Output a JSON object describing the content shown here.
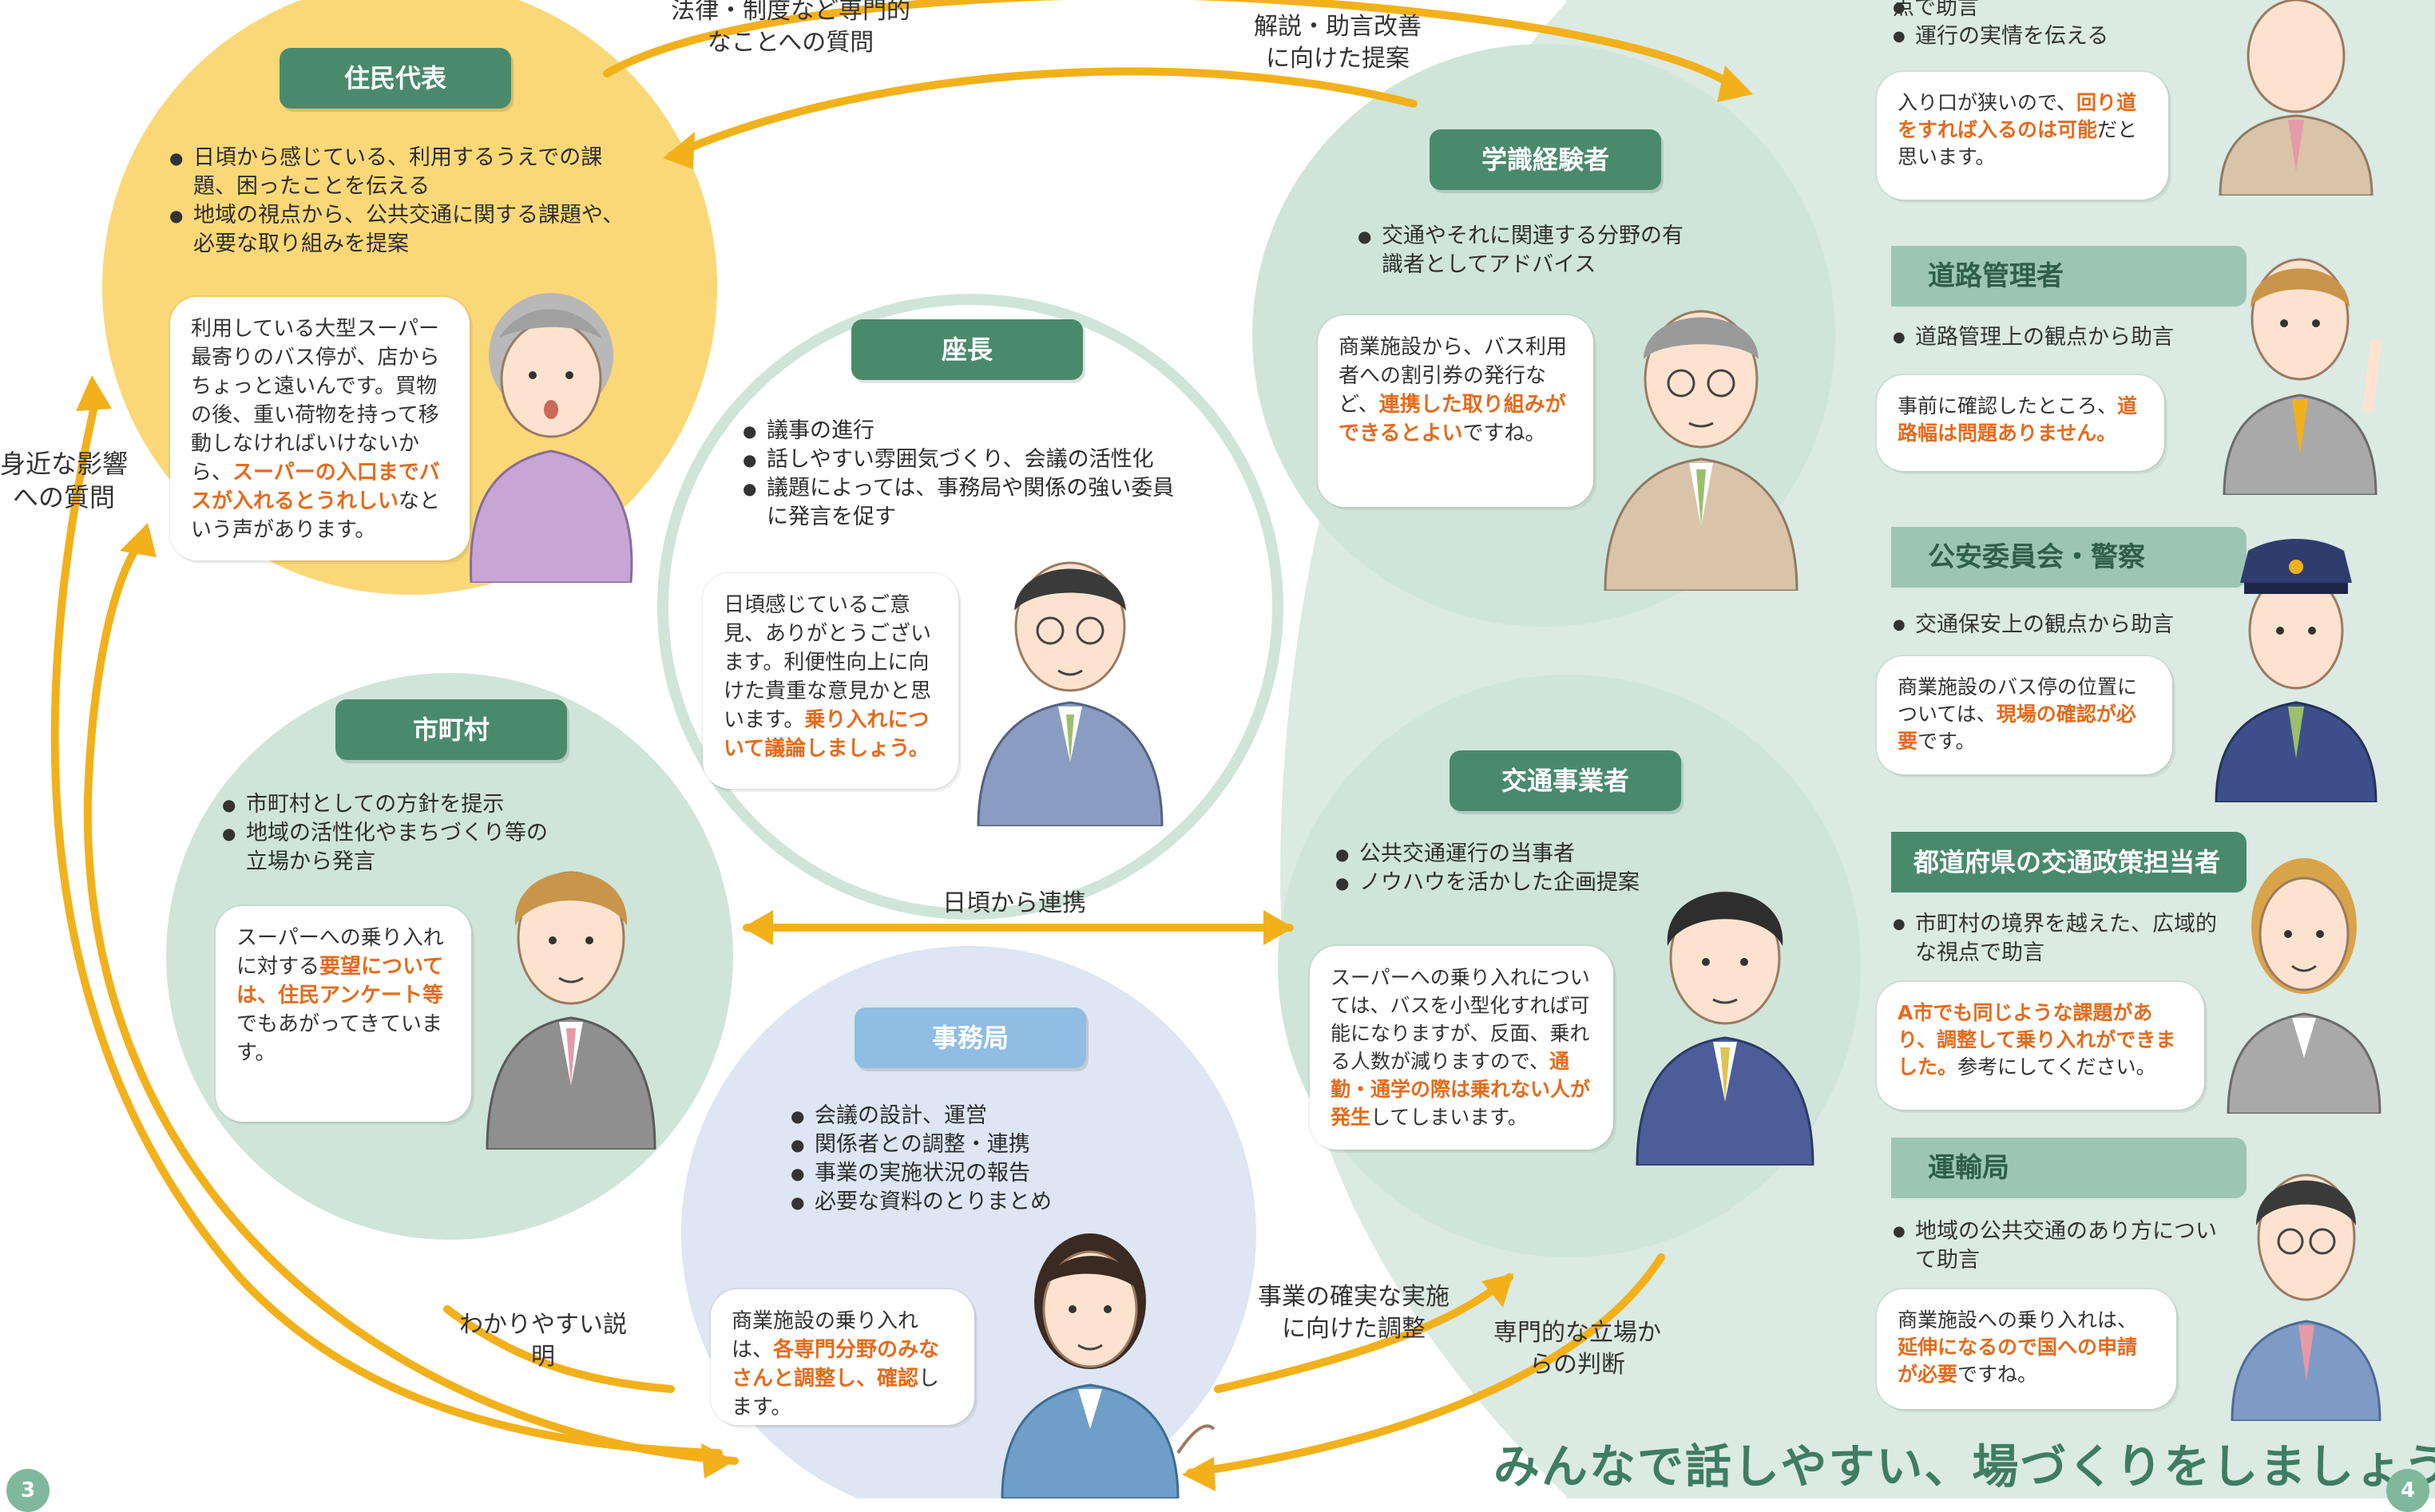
{
  "colors": {
    "accent_orange": "#f2b11b",
    "highlight_text": "#e56b1c",
    "label_green": "#4a8a6c",
    "label_blue": "#8fbde3",
    "circle_yellow": "#fbd877",
    "circle_green": "#cfe5da",
    "circle_blue": "#dde6f2",
    "sidebar_bg": "#dbeae3"
  },
  "residents": {
    "label": "住民代表",
    "bullets": [
      "日頃から感じている、利用するうえでの課題、困ったことを伝える",
      "地域の視点から、公共交通に関する課題や、必要な取り組みを提案"
    ],
    "bubble": {
      "pre": "利用している大型スーパー最寄りのバス停が、店からちょっと遠いんです。買物の後、重い荷物を持って移動しなければいけないから、",
      "highlight": "スーパーの入口までバスが入れるとうれしい",
      "post": "なという声があります。"
    }
  },
  "chair": {
    "label": "座長",
    "bullets": [
      "議事の進行",
      "話しやすい雰囲気づくり、会議の活性化",
      "議題によっては、事務局や関係の強い委員に発言を促す"
    ],
    "bubble": {
      "pre": "日頃感じているご意見、ありがとうございます。利便性向上に向けた貴重な意見かと思います。",
      "highlight": "乗り入れについて議論しましょう。",
      "post": ""
    }
  },
  "experts": {
    "label": "学識経験者",
    "bullets": [
      "交通やそれに関連する分野の有識者としてアドバイス"
    ],
    "bubble": {
      "pre": "商業施設から、バス利用者への割引券の発行など、",
      "highlight": "連携した取り組みができるとよい",
      "post": "ですね。"
    }
  },
  "municipality": {
    "label": "市町村",
    "bullets": [
      "市町村としての方針を提示",
      "地域の活性化やまちづくり等の立場から発言"
    ],
    "bubble": {
      "pre": "スーパーへの乗り入れに対する",
      "highlight": "要望については、住民アンケート等",
      "post": "でもあがってきています。"
    }
  },
  "operators": {
    "label": "交通事業者",
    "bullets": [
      "公共交通運行の当事者",
      "ノウハウを活かした企画提案"
    ],
    "bubble": {
      "pre": "スーパーへの乗り入れについては、バスを小型化すれば可能になりますが、反面、乗れる人数が減りますので、",
      "highlight": "通勤・通学の際は乗れない人が発生",
      "post": "してしまいます。"
    }
  },
  "secretariat": {
    "label": "事務局",
    "bullets": [
      "会議の設計、運営",
      "関係者との調整・連携",
      "事業の実施状況の報告",
      "必要な資料のとりまとめ"
    ],
    "bubble": {
      "pre": "商業施設の乗り入れは、",
      "highlight": "各専門分野のみなさんと調整し、確認",
      "post": "します。"
    }
  },
  "arrows": {
    "law_questions": "法律・制度など専門的なことへの質問",
    "expert_advice": "解説・助言改善に向けた提案",
    "local_questions": "身近な影響への質問",
    "daily_cooperation": "日頃から連携",
    "clear_explanation": "わかりやすい説明",
    "implementation": "事業の確実な実施に向けた調整",
    "expert_judgment": "専門的な立場からの判断"
  },
  "sidebar": [
    {
      "title": "",
      "bullets": [
        "点で助言",
        "運行の実情を伝える"
      ],
      "bubble": {
        "pre": "入り口が狭いので、",
        "highlight": "回り道をすれば入るのは可能",
        "post": "だと思います。"
      }
    },
    {
      "title": "道路管理者",
      "bullets": [
        "道路管理上の観点から助言"
      ],
      "bubble": {
        "pre": "事前に確認したところ、",
        "highlight": "道路幅は問題ありません。",
        "post": ""
      }
    },
    {
      "title": "公安委員会・警察",
      "bullets": [
        "交通保安上の観点から助言"
      ],
      "bubble": {
        "pre": "商業施設のバス停の位置については、",
        "highlight": "現場の確認が必要",
        "post": "です。"
      }
    },
    {
      "title": "都道府県の交通政策担当者",
      "bullets": [
        "市町村の境界を越えた、広域的な視点で助言"
      ],
      "bubble": {
        "pre": "",
        "highlight": "A市でも同じような課題があり、調整して乗り入れができました。",
        "post": "参考にしてください。"
      }
    },
    {
      "title": "運輸局",
      "bullets": [
        "地域の公共交通のあり方について助言"
      ],
      "bubble": {
        "pre": "商業施設への乗り入れは、",
        "highlight": "延伸になるので国への申請が必要",
        "post": "ですね。"
      }
    }
  ],
  "footer": "みんなで話しやすい、場づくりをしましょう",
  "page_numbers": {
    "left": "3",
    "right": "4"
  }
}
